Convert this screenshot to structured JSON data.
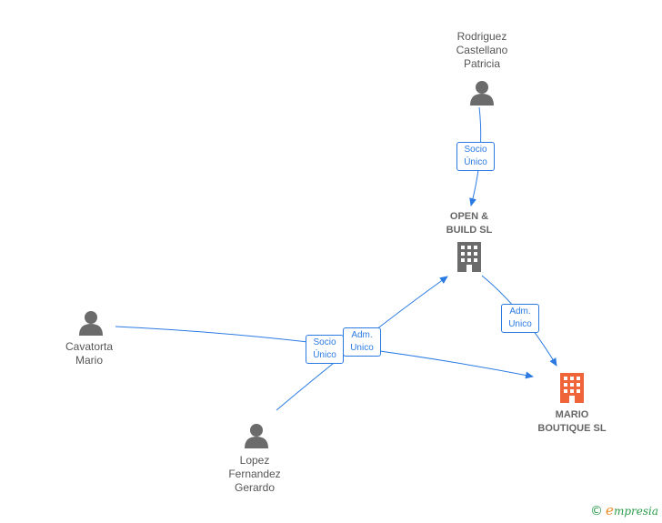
{
  "nodes": {
    "rodriguez": {
      "label": "Rodriguez\nCastellano\nPatricia",
      "kind": "person"
    },
    "open_build": {
      "label": "OPEN &\nBUILD SL",
      "kind": "company"
    },
    "cavatorta": {
      "label": "Cavatorta\nMario",
      "kind": "person"
    },
    "lopez": {
      "label": "Lopez\nFernandez\nGerardo",
      "kind": "person"
    },
    "mario_boutique": {
      "label": "MARIO\nBOUTIQUE SL",
      "kind": "company-focus"
    }
  },
  "edges": {
    "rodriguez_open": {
      "label": "Socio\nÚnico"
    },
    "open_mario": {
      "label": "Adm.\nUnico"
    },
    "cavatorta_mario": {
      "label": "Socio\nÚnico"
    },
    "lopez_open": {
      "label": "Adm.\nUnico"
    }
  },
  "colors": {
    "edge": "#2a7ae2",
    "person_icon": "#6b6b6b",
    "company_icon": "#6b6b6b",
    "focus_icon": "#f0643a"
  },
  "branding": {
    "copyright_symbol": "©",
    "name_initial": "e",
    "name_rest": "mpresia"
  }
}
